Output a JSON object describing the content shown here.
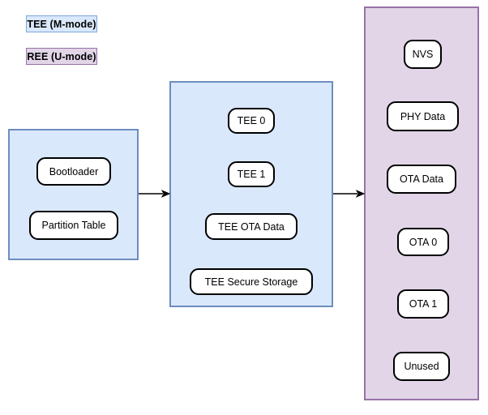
{
  "legend": {
    "items": [
      {
        "id": "tee",
        "label": "TEE (M-mode)",
        "fill": "#dae8fc",
        "stroke": "#7ea6d9"
      },
      {
        "id": "ree",
        "label": "REE (U-mode)",
        "fill": "#e1d5e7",
        "stroke": "#9673a6"
      }
    ]
  },
  "regions": [
    {
      "id": "boot",
      "mode": "TEE (M-mode)",
      "fill": "#dae8fc",
      "stroke": "#6c8ebf",
      "nodes": [
        {
          "label": "Bootloader"
        },
        {
          "label": "Partition Table"
        }
      ]
    },
    {
      "id": "tee-apps",
      "mode": "TEE (M-mode)",
      "fill": "#dae8fc",
      "stroke": "#6c8ebf",
      "nodes": [
        {
          "label": "TEE 0"
        },
        {
          "label": "TEE 1"
        },
        {
          "label": "TEE OTA Data"
        },
        {
          "label": "TEE Secure Storage"
        }
      ]
    },
    {
      "id": "ree-data",
      "mode": "REE (U-mode)",
      "fill": "#e1d5e7",
      "stroke": "#9673a6",
      "nodes": [
        {
          "label": "NVS"
        },
        {
          "label": "PHY Data"
        },
        {
          "label": "OTA Data"
        },
        {
          "label": "OTA 0"
        },
        {
          "label": "OTA 1"
        },
        {
          "label": "Unused"
        }
      ]
    }
  ],
  "connectors": [
    {
      "id": "boot-to-tee",
      "from": "boot",
      "to": "tee-apps",
      "color": "#000000"
    },
    {
      "id": "tee-to-ree",
      "from": "tee-apps",
      "to": "ree-data",
      "color": "#000000"
    }
  ]
}
